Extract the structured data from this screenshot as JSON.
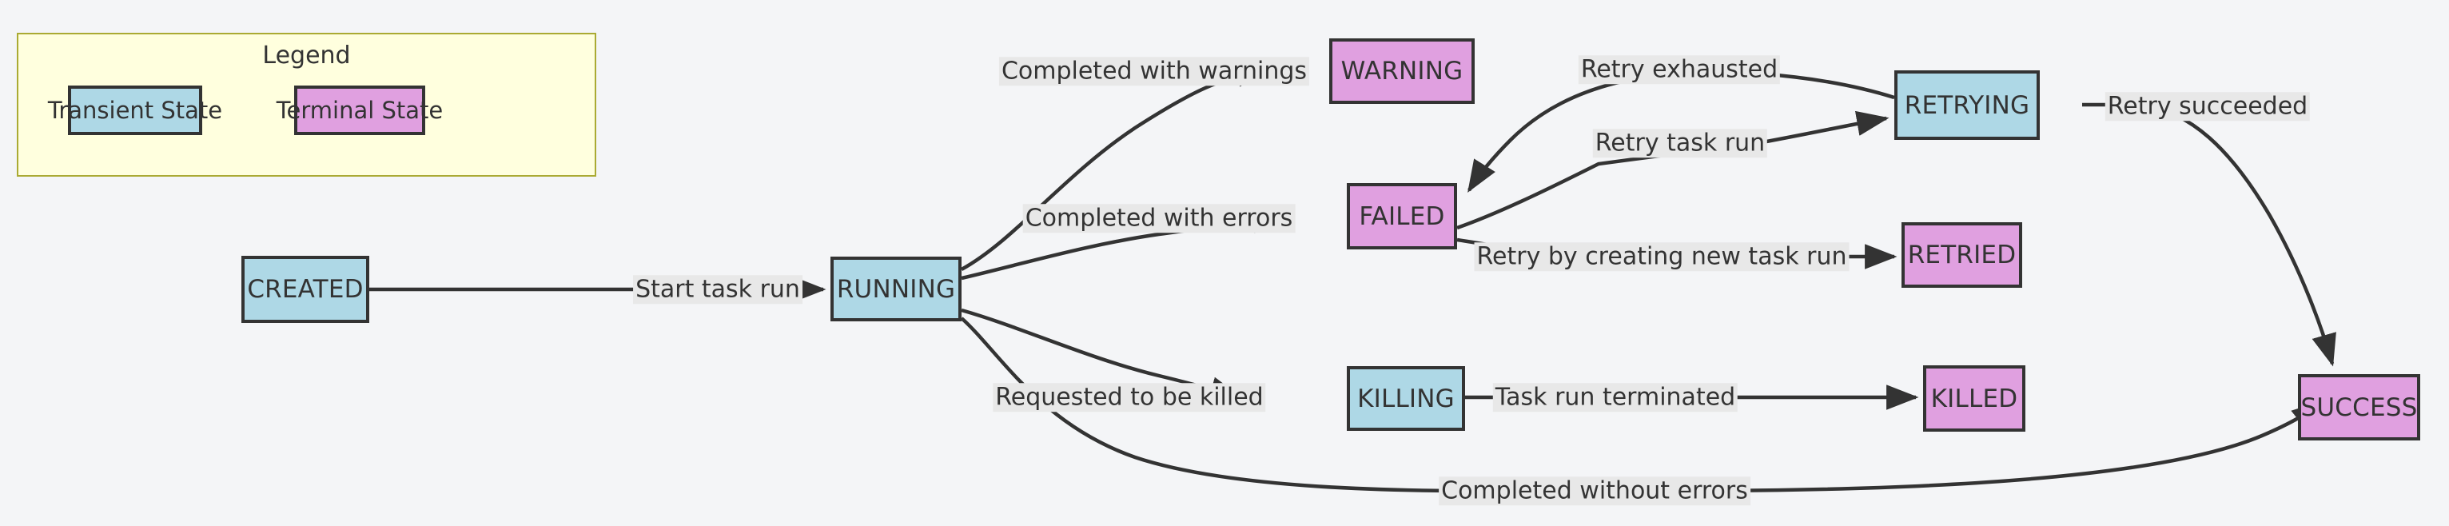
{
  "diagram": {
    "kind": "state-diagram",
    "title_visible": false,
    "background_color": "#f4f5f7",
    "node_border_color": "#333333",
    "edge_color": "#333333",
    "transient_color": "#aed8e6",
    "terminal_color": "#e0a0e0",
    "label_background_color": "#e8e8e8",
    "legend_background_color": "#ffffde",
    "legend_border_color": "#aaaa33"
  },
  "legend": {
    "title": "Legend",
    "items": [
      {
        "label": "Transient State",
        "kind": "transient"
      },
      {
        "label": "Terminal State",
        "kind": "terminal"
      }
    ]
  },
  "nodes": [
    {
      "id": "created",
      "label": "CREATED",
      "kind": "transient"
    },
    {
      "id": "running",
      "label": "RUNNING",
      "kind": "transient"
    },
    {
      "id": "warning",
      "label": "WARNING",
      "kind": "terminal"
    },
    {
      "id": "failed",
      "label": "FAILED",
      "kind": "terminal"
    },
    {
      "id": "retrying",
      "label": "RETRYING",
      "kind": "transient"
    },
    {
      "id": "retried",
      "label": "RETRIED",
      "kind": "terminal"
    },
    {
      "id": "killing",
      "label": "KILLING",
      "kind": "transient"
    },
    {
      "id": "killed",
      "label": "KILLED",
      "kind": "terminal"
    },
    {
      "id": "success",
      "label": "SUCCESS",
      "kind": "terminal"
    }
  ],
  "edges": [
    {
      "id": "e1",
      "from": "created",
      "to": "running",
      "label": "Start task run"
    },
    {
      "id": "e2",
      "from": "running",
      "to": "warning",
      "label": "Completed with warnings"
    },
    {
      "id": "e3",
      "from": "running",
      "to": "failed",
      "label": "Completed with errors"
    },
    {
      "id": "e4",
      "from": "running",
      "to": "killing",
      "label": "Requested to be killed"
    },
    {
      "id": "e5",
      "from": "running",
      "to": "success",
      "label": "Completed without errors"
    },
    {
      "id": "e6",
      "from": "failed",
      "to": "retrying",
      "label": "Retry task run"
    },
    {
      "id": "e7",
      "from": "failed",
      "to": "retried",
      "label": "Retry by creating new task run"
    },
    {
      "id": "e8",
      "from": "retrying",
      "to": "failed",
      "label": "Retry exhausted"
    },
    {
      "id": "e9",
      "from": "retrying",
      "to": "success",
      "label": "Retry succeeded"
    },
    {
      "id": "e10",
      "from": "killing",
      "to": "killed",
      "label": "Task run terminated"
    }
  ]
}
